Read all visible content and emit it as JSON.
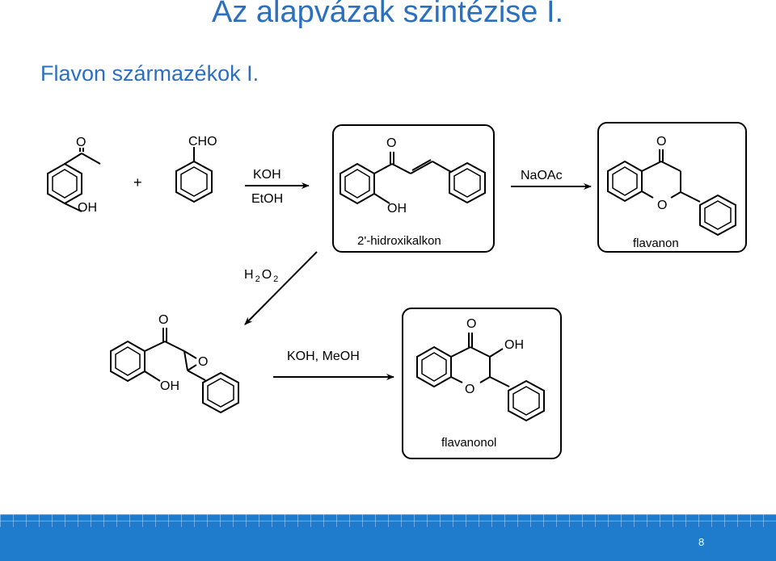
{
  "title": "Az alapvázak szintézise I.",
  "subtitle": "Flavon származékok I.",
  "page_number": "8",
  "colors": {
    "accent": "#2b6fbf",
    "footer": "#1f7bcc"
  },
  "reaction1": {
    "plus": "+",
    "reagent_top": "KOH",
    "reagent_bottom": "EtOH"
  },
  "reaction2": {
    "reagent": "NaOAc"
  },
  "reaction3": {
    "reagent_h": "H",
    "reagent_sub1": "2",
    "reagent_o": "O",
    "reagent_sub2": "2"
  },
  "reaction4": {
    "reagent": "KOH, MeOH"
  },
  "compounds": {
    "hydroxyacetophenone": {
      "o": "O",
      "oh": "OH"
    },
    "benzaldehyde": {
      "cho": "CHO"
    },
    "chalcone": {
      "o": "O",
      "oh": "OH",
      "name": "2'-hidroxikalkon"
    },
    "flavanone": {
      "o": "O",
      "ring_o": "O",
      "name": "flavanon"
    },
    "epoxide": {
      "o": "O",
      "epoxide_o": "O",
      "oh": "OH"
    },
    "flavanonol": {
      "o": "O",
      "oh": "OH",
      "ring_o": "O",
      "name": "flavanonol"
    }
  }
}
